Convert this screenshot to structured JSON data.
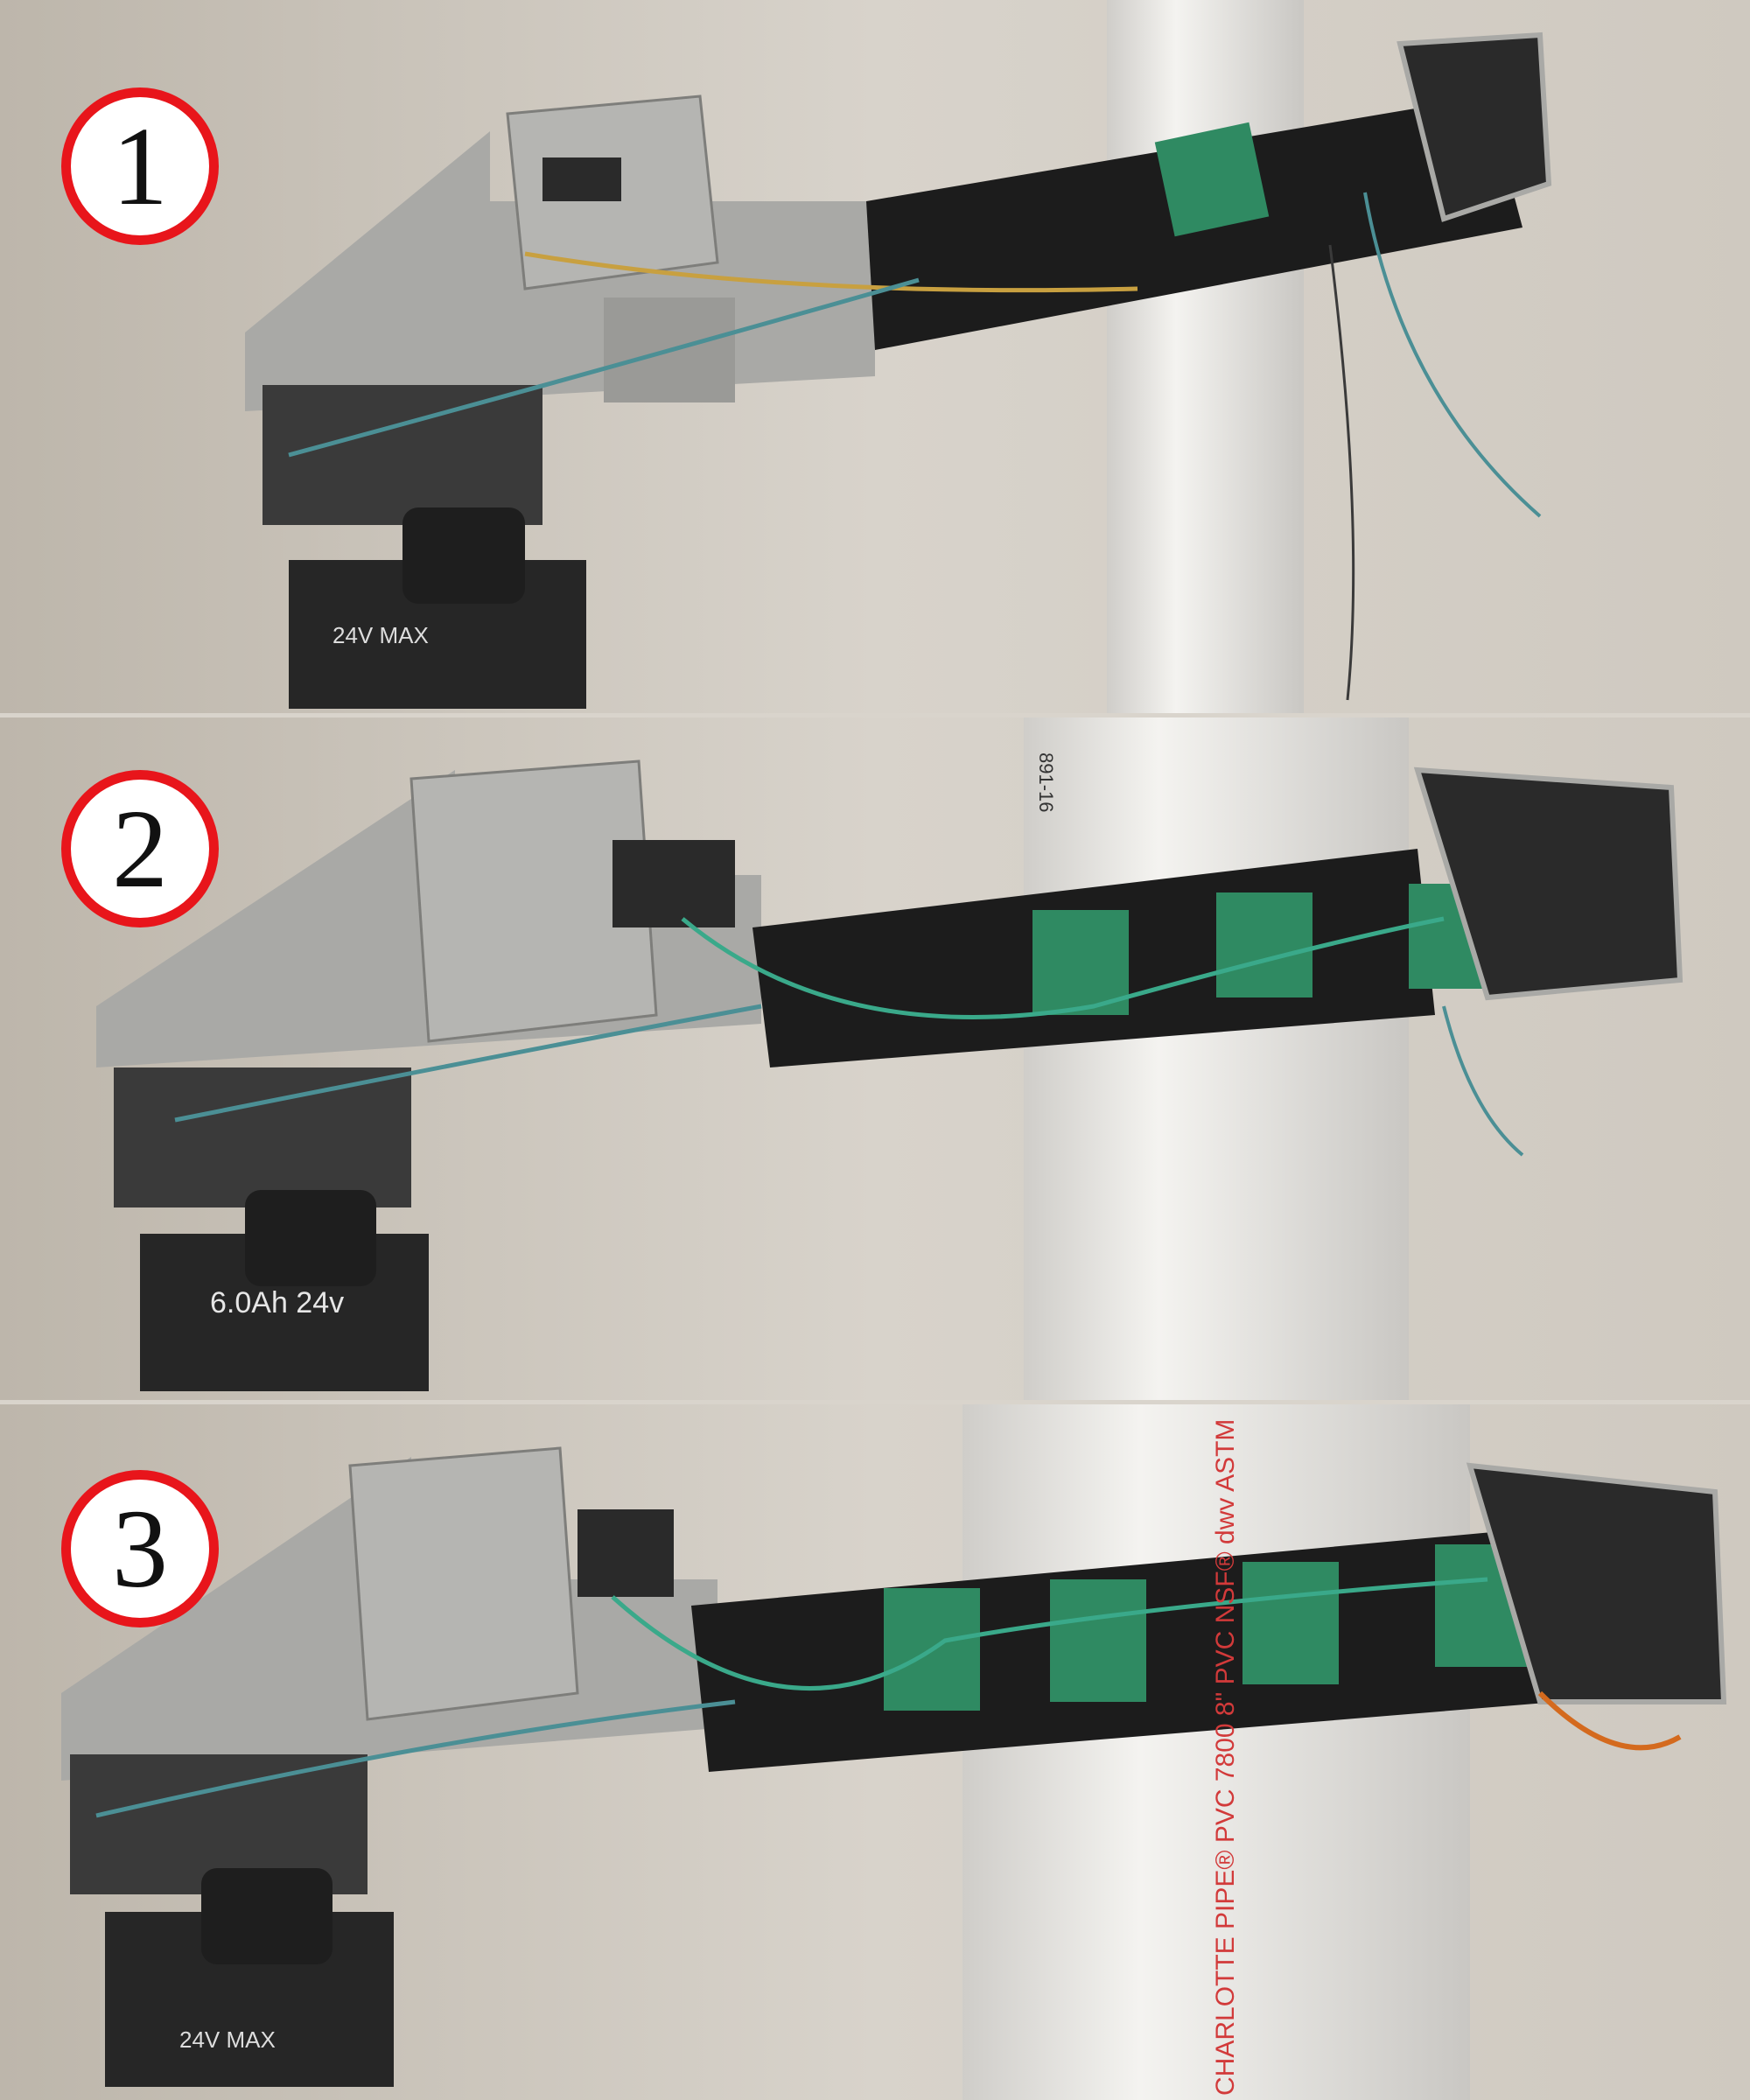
{
  "panels": [
    {
      "step_label": "1"
    },
    {
      "step_label": "2",
      "pipe_print": "891-16",
      "battery_print": "6.0Ah 24v"
    },
    {
      "step_label": "3",
      "pipe_print": "CHARLOTTE PIPE® PVC 7800 8\" PVC NSF® dwv ASTM",
      "battery_print": "24V MAX"
    }
  ],
  "battery_print_1": "24V MAX",
  "colors": {
    "badge_ring": "#e8151b",
    "badge_fill": "#ffffff",
    "backdrop": "#d9d4cc",
    "pipe": "#ecebe8",
    "pcb": "#2f8a62",
    "aluminum": "#a9a9a6",
    "body_black": "#1c1c1c"
  }
}
